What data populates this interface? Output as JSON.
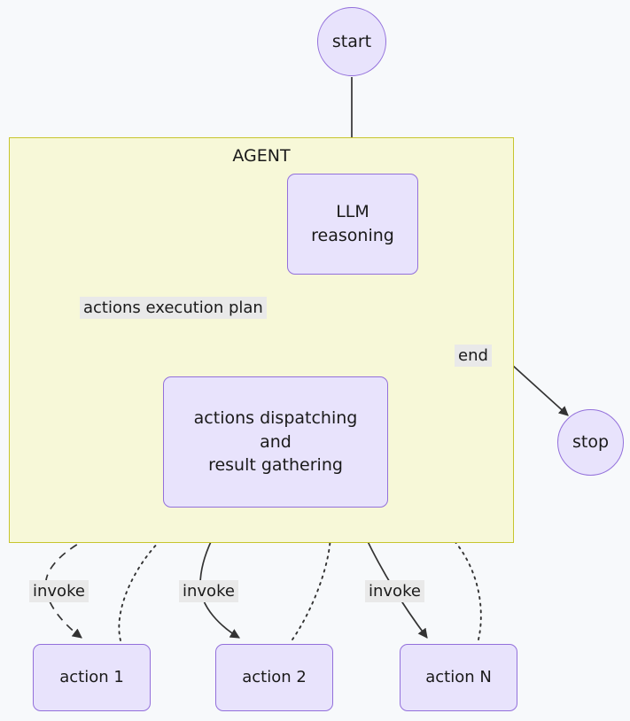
{
  "diagram": {
    "type": "flowchart",
    "title": "AGENT",
    "background_color": "#f7f9fb",
    "node_fill": "#e8e3fc",
    "node_border": "#9370db",
    "subgraph_fill": "#f7f8d8",
    "subgraph_border": "#c7c52e",
    "label_background": "#e9e9e9",
    "edge_color": "#333333"
  },
  "subgraph": {
    "label": "AGENT"
  },
  "nodes": {
    "start": {
      "label": "start",
      "shape": "circle"
    },
    "stop": {
      "label": "stop",
      "shape": "circle"
    },
    "llm": {
      "line1": "LLM",
      "line2": "reasoning",
      "shape": "rounded-rect"
    },
    "dispatch": {
      "line1": "actions dispatching",
      "line2": "and",
      "line3": "result gathering",
      "shape": "rounded-rect"
    },
    "action1": {
      "label": "action 1",
      "shape": "rounded-rect"
    },
    "action2": {
      "label": "action 2",
      "shape": "rounded-rect"
    },
    "actionN": {
      "label": "action N",
      "shape": "rounded-rect"
    }
  },
  "edges": [
    {
      "from": "start",
      "to": "llm",
      "label": "",
      "style": "solid"
    },
    {
      "from": "llm",
      "to": "dispatch",
      "label": "actions execution plan",
      "style": "dashed"
    },
    {
      "from": "dispatch",
      "to": "llm",
      "label": "",
      "style": "dotted"
    },
    {
      "from": "llm",
      "to": "stop",
      "label": "end",
      "style": "solid"
    },
    {
      "from": "dispatch",
      "to": "action1",
      "label": "invoke",
      "style": "dashed"
    },
    {
      "from": "action1",
      "to": "dispatch",
      "label": "",
      "style": "dotted"
    },
    {
      "from": "dispatch",
      "to": "action2",
      "label": "invoke",
      "style": "solid"
    },
    {
      "from": "action2",
      "to": "dispatch",
      "label": "",
      "style": "dotted"
    },
    {
      "from": "dispatch",
      "to": "actionN",
      "label": "invoke",
      "style": "solid"
    },
    {
      "from": "actionN",
      "to": "dispatch",
      "label": "",
      "style": "dotted"
    }
  ],
  "edge_labels": {
    "plan": "actions execution plan",
    "end": "end",
    "invoke1": "invoke",
    "invoke2": "invoke",
    "invoke3": "invoke"
  }
}
